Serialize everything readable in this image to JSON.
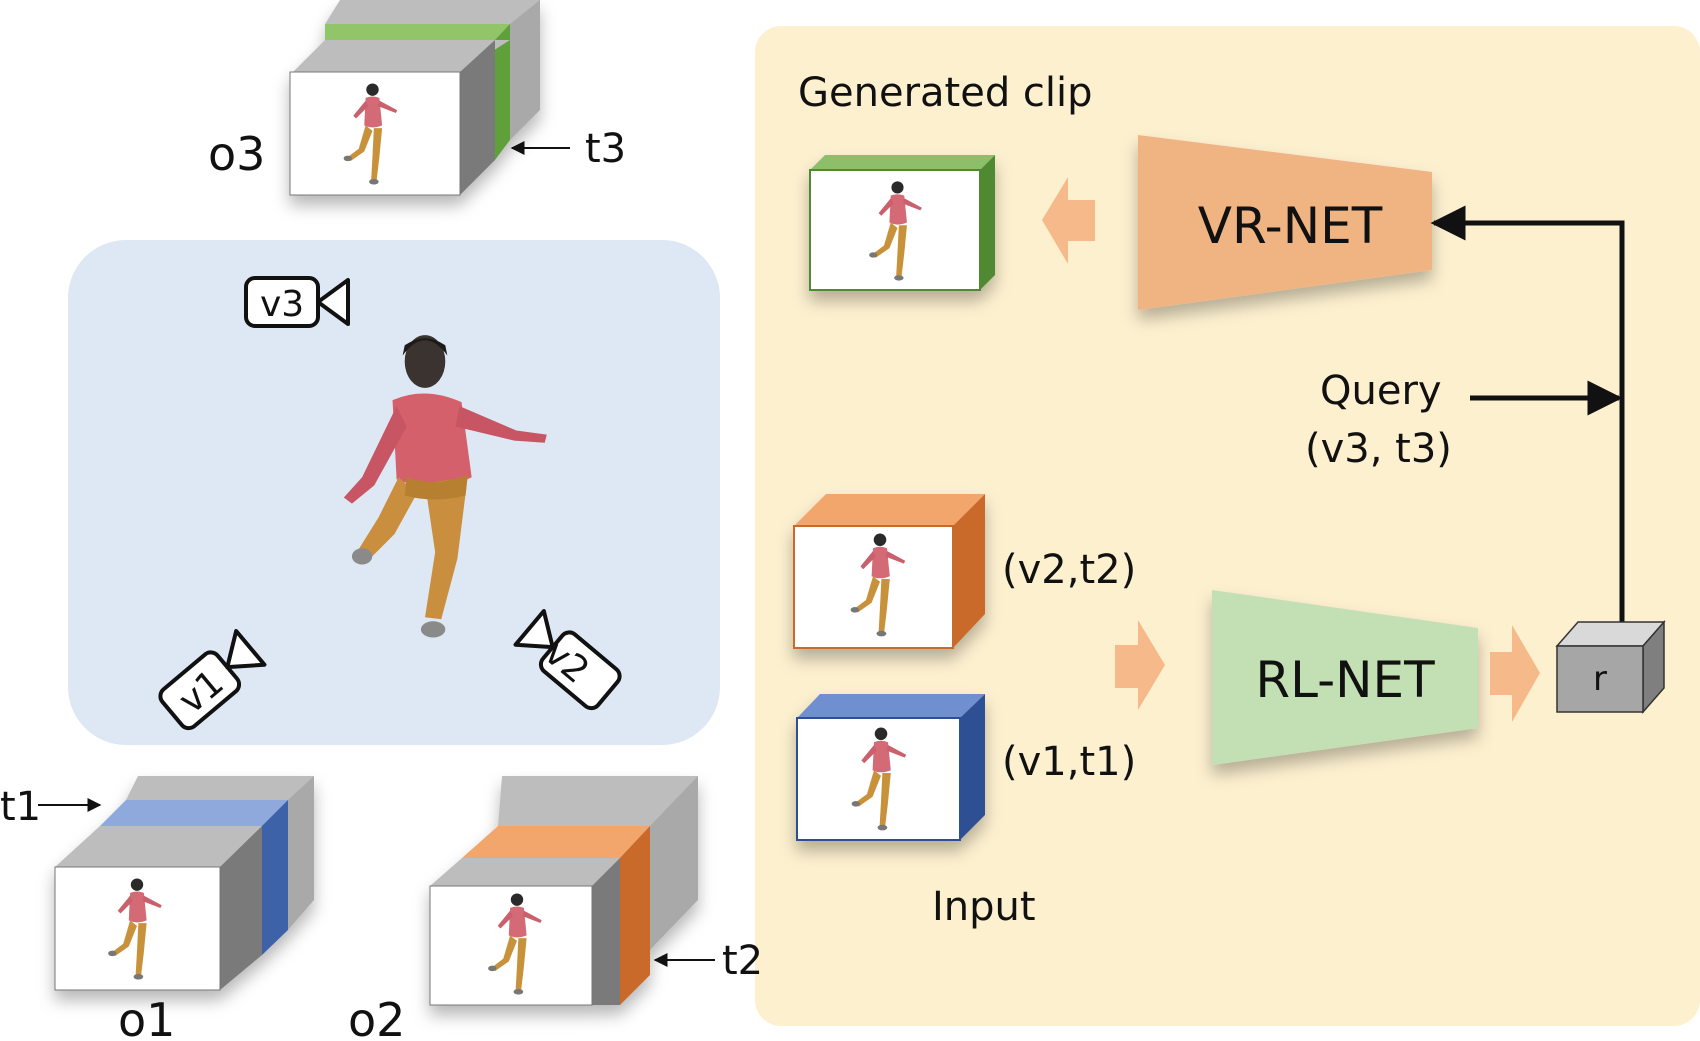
{
  "labels": {
    "o3": "o3",
    "t3": "t3",
    "v3": "v3",
    "v1": "v1",
    "v2": "v2",
    "t1": "t1",
    "o1": "o1",
    "o2": "o2",
    "t2": "t2",
    "generated_clip": "Generated clip",
    "vr_net": "VR-NET",
    "rl_net": "RL-NET",
    "query": "Query",
    "query_args": "(v3,  t3)",
    "v2t2": "(v2,t2)",
    "v1t1": "(v1,t1)",
    "input": "Input",
    "r": "r"
  },
  "colors": {
    "panel_left": "#dde8f4",
    "panel_right": "#fdf0cf",
    "green": "#70ad47",
    "blue": "#4472c4",
    "orange": "#ed7d31",
    "vr_net_fill": "#f0b483",
    "rl_net_fill": "#c3e0b4",
    "arrow_fill": "#f6b98a",
    "gray_box": "#a6a6a6"
  }
}
